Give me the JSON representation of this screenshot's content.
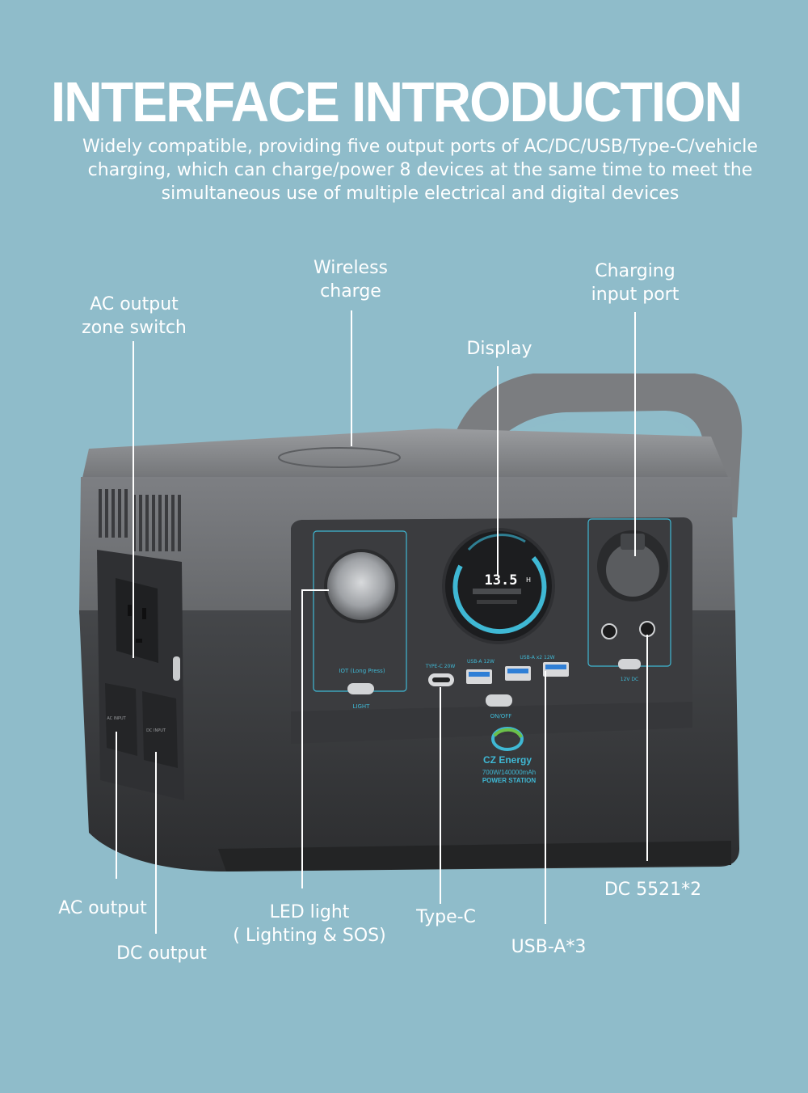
{
  "title": "INTERFACE INTRODUCTION",
  "subtitle": "Widely compatible, providing five output ports of AC/DC/USB/Type-C/vehicle charging, which can charge/power 8 devices at the same time to meet the simultaneous use of multiple electrical and digital devices",
  "labels": {
    "ac_zone_switch": [
      "AC output",
      "zone switch"
    ],
    "wireless_charge": [
      "Wireless",
      "charge"
    ],
    "charging_input": [
      "Charging",
      "input port"
    ],
    "display": "Display",
    "ac_output": "AC output",
    "dc_output": "DC output",
    "led_light": [
      "LED light",
      "( Lighting & SOS)"
    ],
    "type_c": "Type-C",
    "usb_a": "USB-A*3",
    "dc_5521": "DC 5521*2"
  },
  "device": {
    "display_reading": "13.5",
    "display_unit": "H",
    "brand": "CZ Energy",
    "model_line": "700W/140000mAh",
    "product_type": "POWER STATION",
    "port_labels": {
      "iot": "IOT (Long Press)",
      "light": "LIGHT",
      "typec": "TYPE-C 20W",
      "usba": "USB-A 12W",
      "usba2": "USB-A x2 12W",
      "onoff": "ON/OFF",
      "dc12": "12V DC",
      "ac_input": "AC INPUT",
      "dc_input": "DC INPUT"
    }
  },
  "colors": {
    "background": "#8fbcca",
    "accent": "#3fb8d4",
    "body_light": "#7a7c80",
    "body_dark": "#3c3d40"
  }
}
